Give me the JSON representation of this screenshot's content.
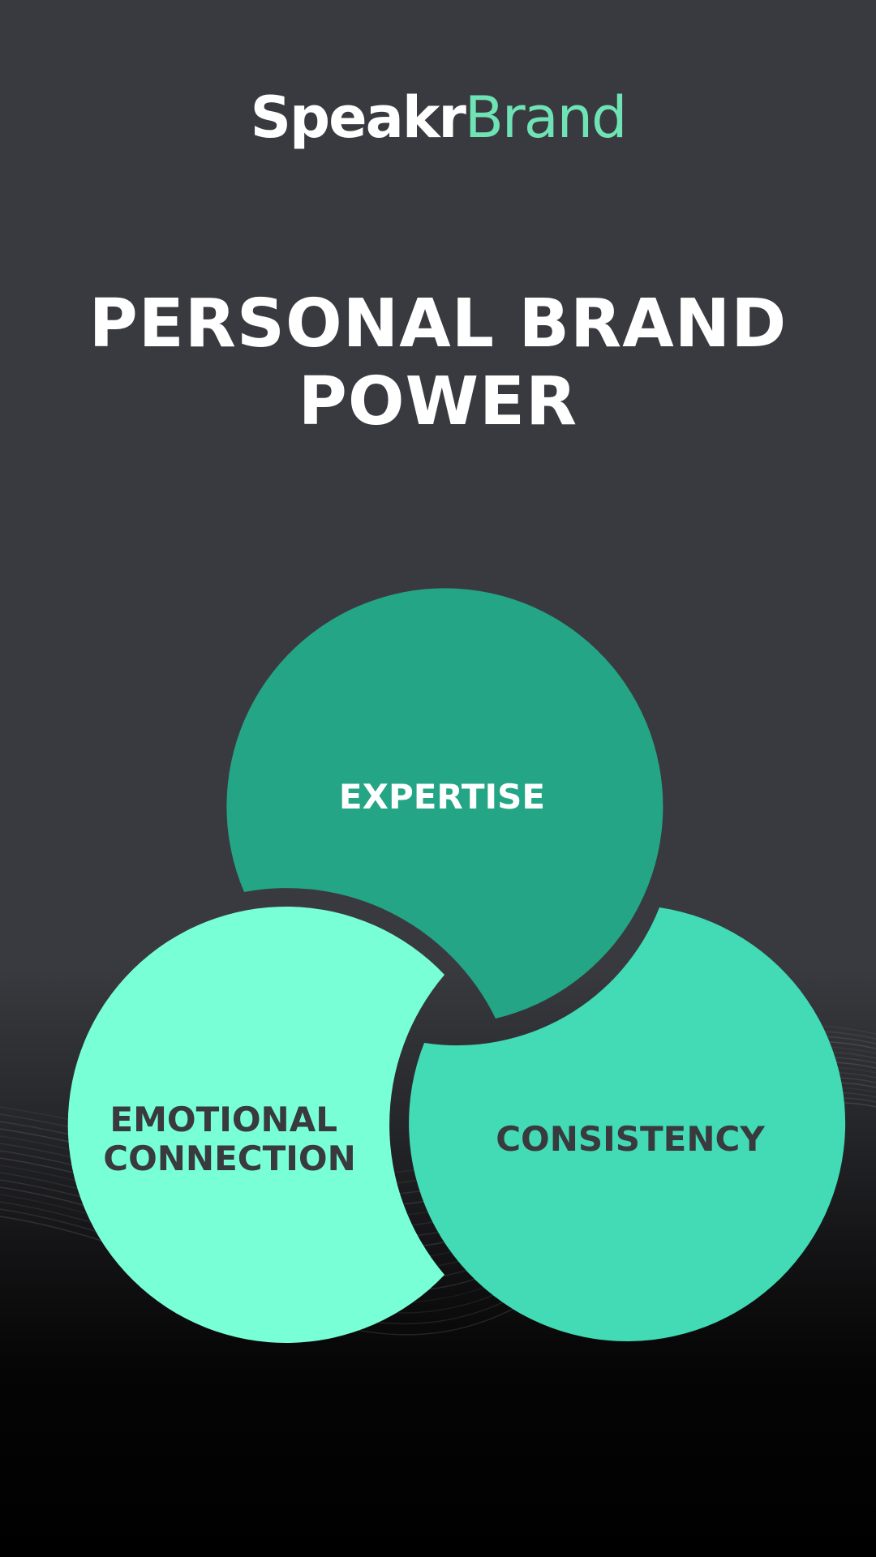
{
  "brand": {
    "name_part1": "Speakr",
    "name_part2": "Brand",
    "accent_color": "#6fe3b6"
  },
  "title": {
    "line1": "PERSONAL BRAND",
    "line2": "POWER"
  },
  "diagram": {
    "circles": [
      {
        "label_lines": [
          "EXPERTISE"
        ],
        "fill": "#24a585",
        "text_color": "#ffffff"
      },
      {
        "label_lines": [
          "EMOTIONAL",
          "CONNECTION"
        ],
        "fill": "#79ffd6",
        "text_color": "#383a3e"
      },
      {
        "label_lines": [
          "CONSISTENCY"
        ],
        "fill": "#42dbb5",
        "text_color": "#383a3e"
      }
    ]
  }
}
